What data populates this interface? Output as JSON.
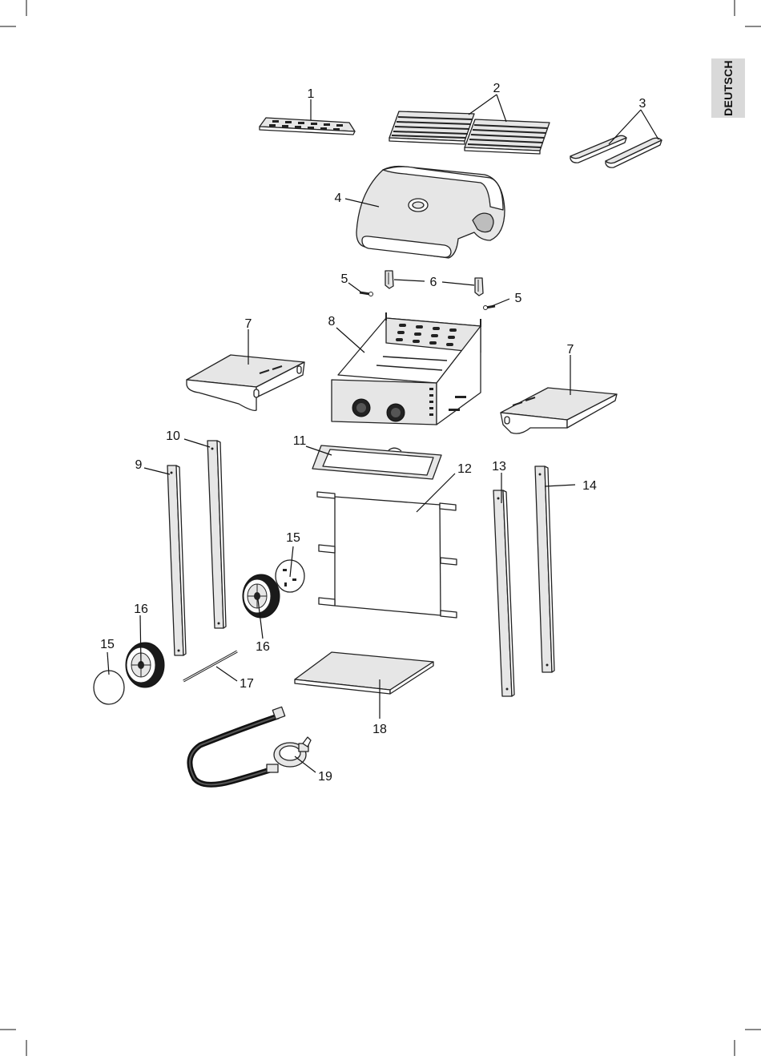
{
  "language_tab": "DEUTSCH",
  "callouts": {
    "c1": "1",
    "c2": "2",
    "c3": "3",
    "c4": "4",
    "c5a": "5",
    "c5b": "5",
    "c6": "6",
    "c7a": "7",
    "c7b": "7",
    "c8": "8",
    "c9": "9",
    "c10": "10",
    "c11": "11",
    "c12": "12",
    "c13": "13",
    "c14": "14",
    "c15a": "15",
    "c15b": "15",
    "c16a": "16",
    "c16b": "16",
    "c17": "17",
    "c18": "18",
    "c19": "19"
  }
}
